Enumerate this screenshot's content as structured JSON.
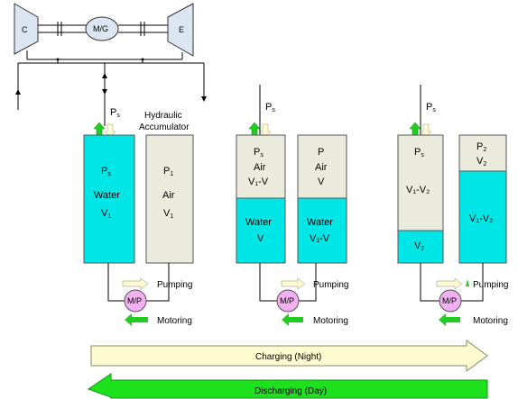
{
  "machine": {
    "compressor": "C",
    "motor_generator": "M/G",
    "expander": "E"
  },
  "hydraulic_accumulator_label": [
    "Hydraulic",
    "Accumulator"
  ],
  "pump_motor_label": "M/P",
  "pumping_label": "Pumping",
  "motoring_label": "Motoring",
  "stage1": {
    "top_label": {
      "main": "P",
      "sub": "s"
    },
    "water_vessel": {
      "pressure": {
        "main": "P",
        "sub": "s"
      },
      "medium": "Water",
      "volume": {
        "main": "V",
        "sub": "1"
      }
    },
    "air_vessel": {
      "pressure": {
        "main": "P",
        "sub": "1"
      },
      "medium": "Air",
      "volume": {
        "main": "V",
        "sub": "1"
      }
    }
  },
  "stage2": {
    "top_label": {
      "main": "P",
      "sub": "s"
    },
    "left_vessel": {
      "pressure": {
        "main": "P",
        "sub": "s"
      },
      "medium": "Air",
      "volume": "V₁-V",
      "water": "Water",
      "water_volume": "V"
    },
    "right_vessel": {
      "pressure": "P",
      "medium": "Air",
      "volume": "V",
      "water": "Water",
      "water_volume": "V₁-V"
    }
  },
  "stage3": {
    "top_label": {
      "main": "P",
      "sub": "s"
    },
    "left_vessel": {
      "pressure": {
        "main": "P",
        "sub": "s"
      },
      "volume": "V₁-V₂",
      "water_volume": {
        "main": "V",
        "sub": "2"
      }
    },
    "right_vessel": {
      "pressure": {
        "main": "P",
        "sub": "2"
      },
      "volume": {
        "main": "V",
        "sub": "2"
      },
      "water_volume": "V₁-V₂"
    }
  },
  "charging_label": "Charging (Night)",
  "discharging_label": "Discharging (Day)",
  "colors": {
    "water": "#00e5e5",
    "air": "#ebebdd",
    "pump": "#f2b0f2",
    "charging_arrow": "#fffbd0",
    "discharging_arrow": "#1ee11e",
    "machine": "#dce6f2",
    "green_arrow": "#22cc22"
  }
}
